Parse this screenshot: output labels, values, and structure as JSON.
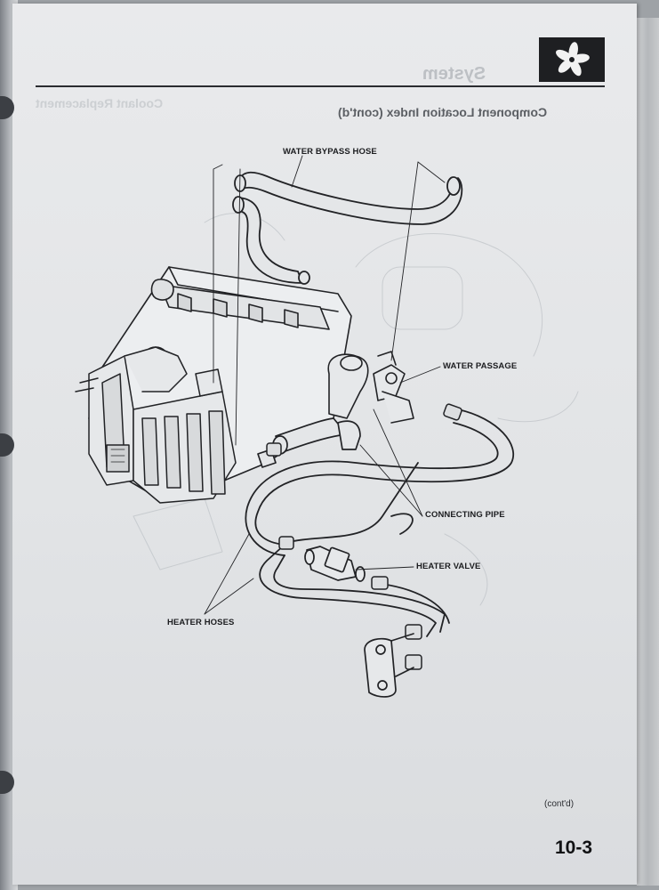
{
  "bleed_through": {
    "title": "System",
    "subtitle": "Component Location Index (cont'd)",
    "side": "Coolant Replacement"
  },
  "section_badge": {
    "icon": "cooling-fan-icon"
  },
  "labels": {
    "water_bypass_hose": "WATER BYPASS HOSE",
    "water_passage": "WATER PASSAGE",
    "connecting_pipe": "CONNECTING PIPE",
    "heater_valve": "HEATER VALVE",
    "heater_hoses": "HEATER HOSES"
  },
  "footer": {
    "continued": "(cont'd)",
    "page_number": "10-3"
  }
}
